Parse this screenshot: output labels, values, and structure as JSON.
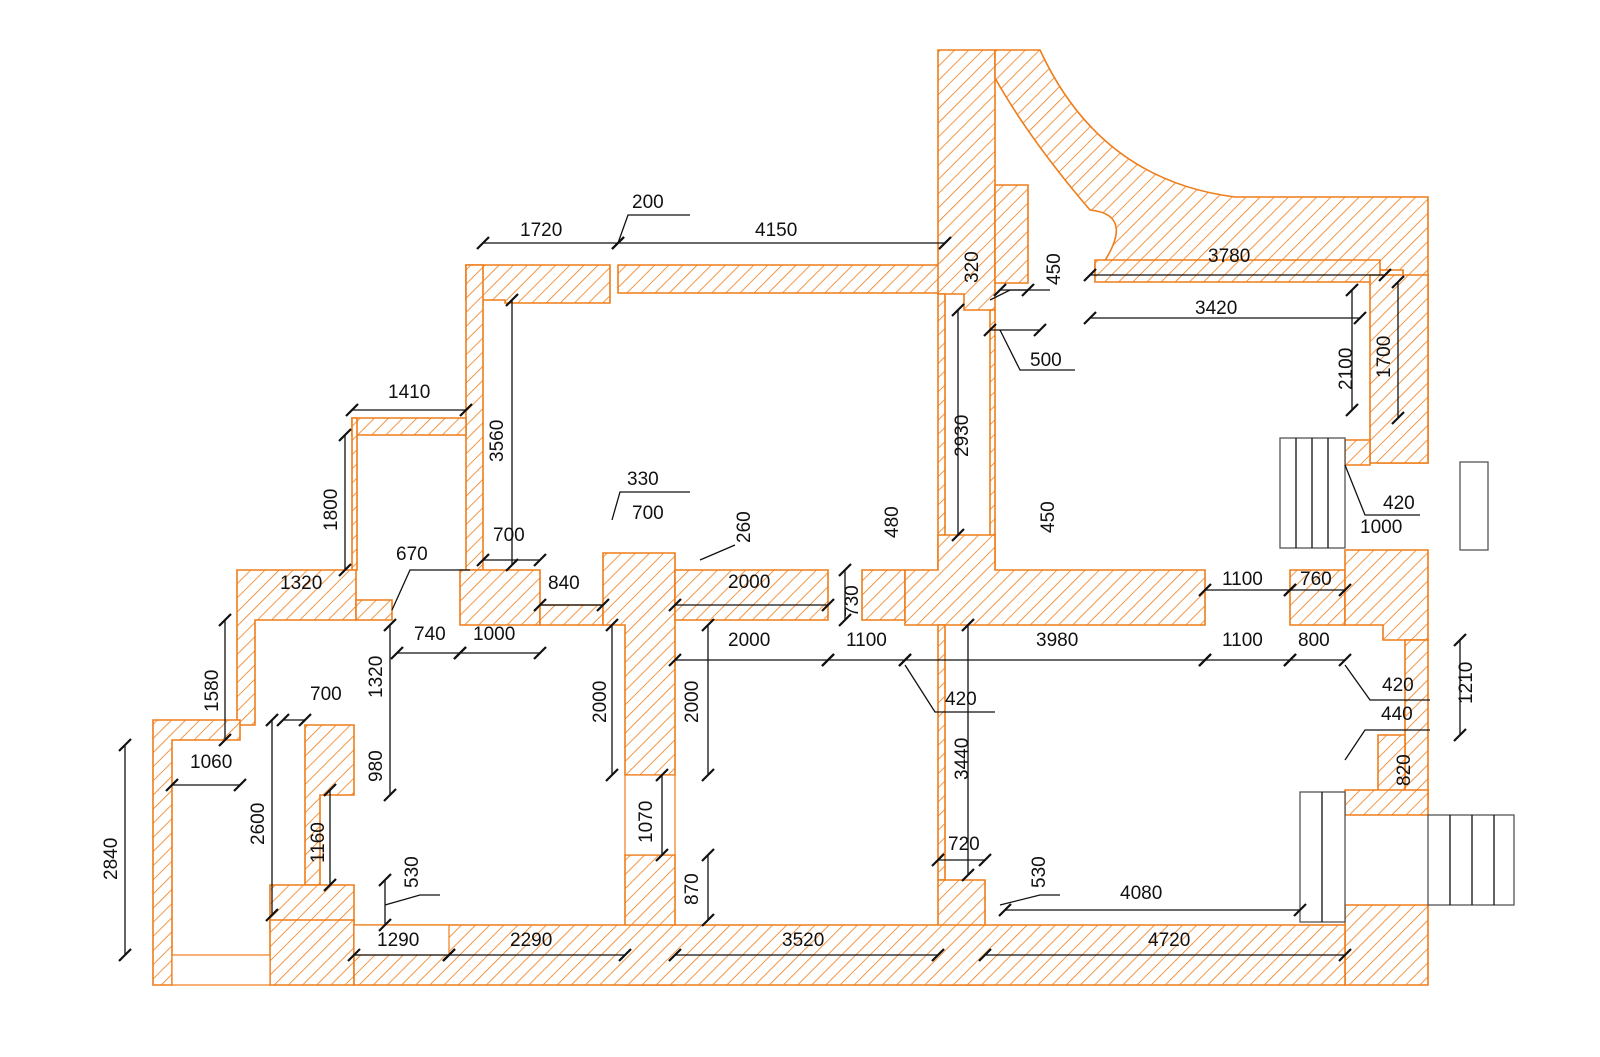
{
  "colors": {
    "wall_stroke": "#ef7d1a",
    "hatch": "#ef7d1a",
    "dimension_line": "#111111"
  },
  "dimensions": {
    "top_1720": "1720",
    "top_200": "200",
    "top_4150": "4150",
    "top_320": "320",
    "top_450": "450",
    "top_3780": "3780",
    "top_3420": "3420",
    "top_500": "500",
    "right_2100": "2100",
    "right_1700": "1700",
    "d1410": "1410",
    "d3560": "3560",
    "d1800": "1800",
    "d2930": "2930",
    "d330": "330",
    "d700_mid": "700",
    "d260": "260",
    "d480": "480",
    "d450_mid": "450",
    "d420_r": "420",
    "d1000_r": "1000",
    "d700_left": "700",
    "d670": "670",
    "d1320_h": "1320",
    "d840": "840",
    "d2000_top": "2000",
    "d730": "730",
    "d1100_top": "1100",
    "d760": "760",
    "d740": "740",
    "d1000_low": "1000",
    "d2000_a": "2000",
    "d1100_a": "1100",
    "d3980": "3980",
    "d1100_b": "1100",
    "d800": "800",
    "d1580": "1580",
    "d1320_v": "1320",
    "d700_inner": "700",
    "d2000_v1": "2000",
    "d2000_v2": "2000",
    "d420_mid": "420",
    "d420_rr": "420",
    "d1210": "1210",
    "d440": "440",
    "d820": "820",
    "d1060": "1060",
    "d980": "980",
    "d3440": "3440",
    "d2840": "2840",
    "d2600": "2600",
    "d1160": "1160",
    "d1070": "1070",
    "d530_left": "530",
    "d720": "720",
    "d530_right": "530",
    "d870": "870",
    "d4080": "4080",
    "d1290": "1290",
    "d2290": "2290",
    "d3520": "3520",
    "d4720": "4720"
  }
}
